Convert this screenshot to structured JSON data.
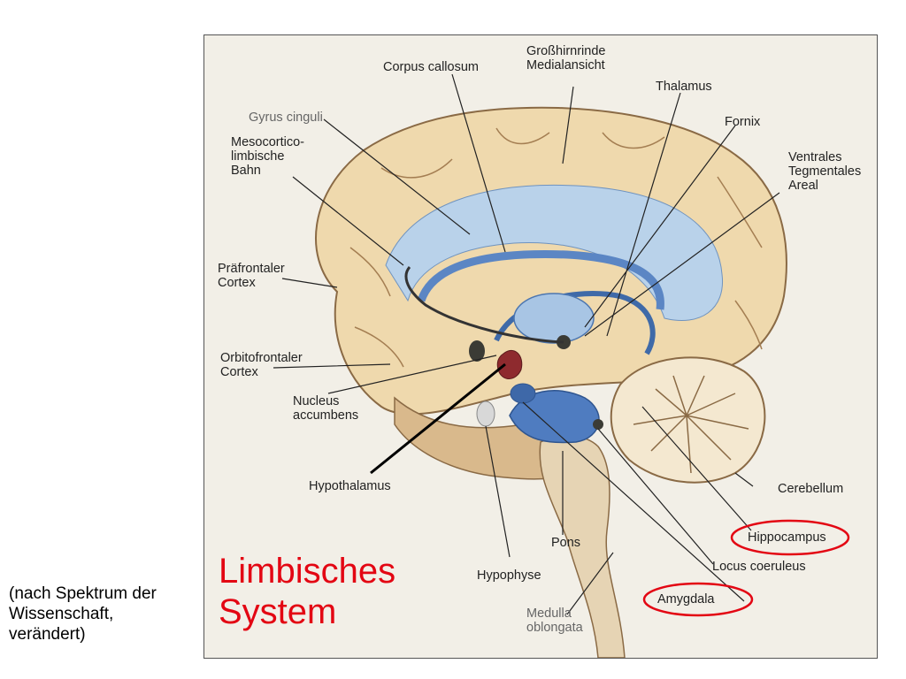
{
  "source_note": "(nach Spektrum der\nWissenschaft,\nverändert)",
  "title": "Limbisches\nSystem",
  "labels": {
    "corpus_callosum": "Corpus callosum",
    "grosshirnrinde": "Großhirnrinde\nMedialansicht",
    "thalamus": "Thalamus",
    "gyrus_cinguli": "Gyrus cinguli",
    "fornix": "Fornix",
    "mesocortico": "Mesocortico-\nlimbische\nBahn",
    "vta": "Ventrales\nTegmentales\nAreal",
    "praefrontaler": "Präfrontaler\nCortex",
    "orbitofrontaler": "Orbitofrontaler\nCortex",
    "nucleus_accumbens": "Nucleus\naccumbens",
    "hypothalamus": "Hypothalamus",
    "cerebellum": "Cerebellum",
    "hippocampus": "Hippocampus",
    "pons": "Pons",
    "locus_coeruleus": "Locus coeruleus",
    "hypophyse": "Hypophyse",
    "amygdala": "Amygdala",
    "medulla": "Medulla\noblongata"
  },
  "colors": {
    "highlight": "#e30613",
    "cortex": "#efd9ad",
    "limbic_blue": "#5b86c4",
    "light_blue": "#b9d2ea",
    "stem": "#e6d4b4"
  }
}
